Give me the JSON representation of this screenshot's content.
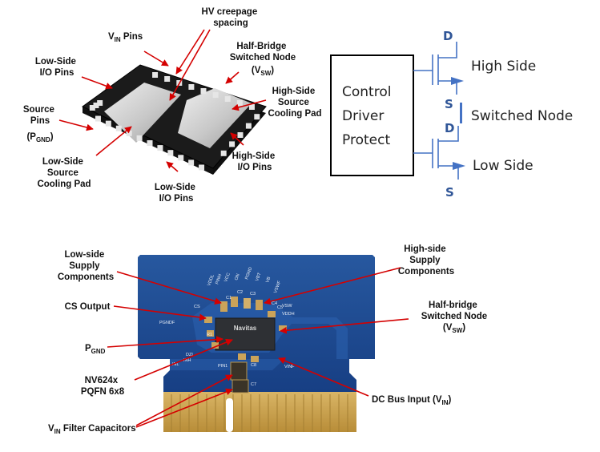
{
  "package_labels": {
    "hv_creepage": [
      "HV creepage",
      "spacing"
    ],
    "vin_pins": {
      "main": "V",
      "sub": "IN",
      "tail": " Pins"
    },
    "half_bridge_node": [
      "Half-Bridge",
      "Switched Node"
    ],
    "vsw": {
      "open": "(V",
      "sub": "SW",
      "close": ")"
    },
    "low_side_io_left": [
      "Low-Side",
      "I/O Pins"
    ],
    "high_side_pad": [
      "High-Side",
      "Source",
      "Cooling Pad"
    ],
    "source_pins": [
      "Source",
      "Pins"
    ],
    "pgnd": {
      "open": "(P",
      "sub": "GND",
      "close": ")"
    },
    "low_side_pad": [
      "Low-Side",
      "Source",
      "Cooling Pad"
    ],
    "high_side_io": [
      "High-Side",
      "I/O Pins"
    ],
    "low_side_io_bottom": [
      "Low-Side",
      "I/O Pins"
    ]
  },
  "schematic": {
    "box_lines": [
      "Control",
      "Driver",
      "Protect"
    ],
    "d_top": "D",
    "s_mid": "S",
    "d_mid": "D",
    "s_bottom": "S",
    "high_side": "High Side",
    "switched_node": "Switched Node",
    "low_side": "Low Side"
  },
  "board_labels": {
    "low_supply": [
      "Low-side",
      "Supply",
      "Components"
    ],
    "high_supply": [
      "High-side",
      "Supply",
      "Components"
    ],
    "cs_output": "CS Output",
    "half_bridge": [
      "Half-bridge",
      "Switched Node"
    ],
    "vsw": {
      "open": "(V",
      "sub": "SW",
      "close": ")"
    },
    "pgnd": {
      "main": "P",
      "sub": "GND"
    },
    "nv": [
      "NV624x",
      "PQFN 6x8"
    ],
    "dc_bus": {
      "open": "DC Bus Input (V",
      "sub": "IN",
      "close": ")"
    },
    "vin_filter": {
      "main": "V",
      "sub": "IN",
      "tail": " Filter Capacitors"
    },
    "chip_brand": "Navitas",
    "silk": [
      "VDDL",
      "PINH",
      "VCC",
      "ON",
      "PGND",
      "VBT",
      "VB",
      "VSWF",
      "VSW",
      "VDDH",
      "CS",
      "PGNDF",
      "DZL",
      "INH",
      "INL",
      "PIN1",
      "VINF",
      "C8",
      "C7",
      "C4",
      "C5",
      "C1",
      "C2",
      "C3",
      "R1"
    ]
  },
  "colors": {
    "arrow_red": "#d40000",
    "schematic_blue": "#4472c4",
    "ds_blue": "#2f5597",
    "board_blue": "#1f4d9a",
    "gold": "#c9a24a",
    "chip": "#2e3034",
    "package_black": "#1b1b1b",
    "pad_silver": "#cfcfcf"
  }
}
